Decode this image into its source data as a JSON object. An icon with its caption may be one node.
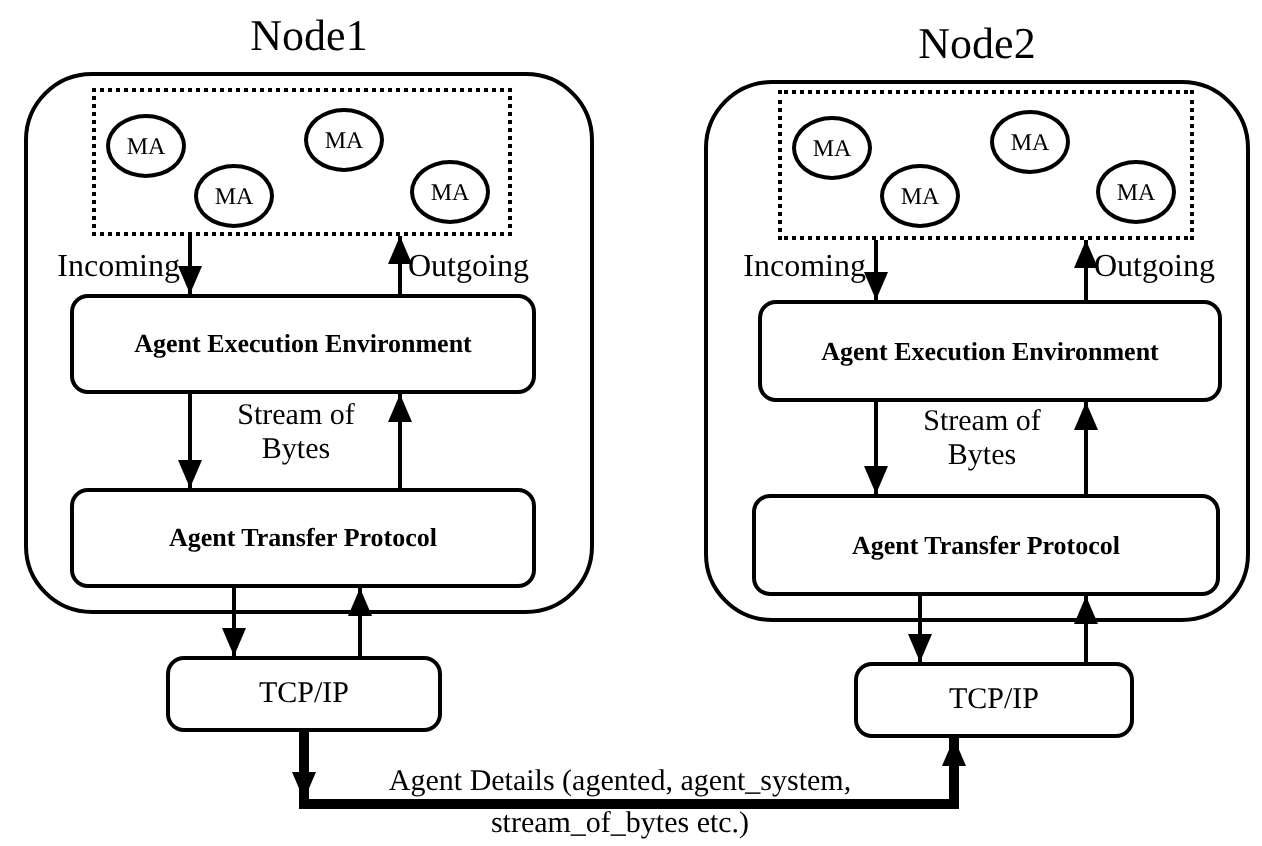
{
  "diagram": {
    "nodes": [
      {
        "text": [
          "Node1"
        ]
      },
      {
        "text": [],
        "shape": "box",
        "in": 0
      },
      {
        "text": [
          "MA"
        ],
        "in": 1
      },
      {
        "text": [
          "MA"
        ],
        "in": 1
      },
      {
        "text": [
          "MA"
        ],
        "in": 1
      },
      {
        "text": [
          "MA"
        ],
        "in": 1
      },
      {
        "text": [
          "Agent Execution Environment"
        ],
        "in": 0
      },
      {
        "text": [
          "Agent Transfer Protocol"
        ],
        "in": 0
      },
      {
        "text": [
          "Node2"
        ]
      },
      {
        "text": [],
        "shape": "box",
        "in": 8
      },
      {
        "text": [
          "MA"
        ],
        "in": 9
      },
      {
        "text": [
          "MA"
        ],
        "in": 9
      },
      {
        "text": [
          "MA"
        ],
        "in": 9
      },
      {
        "text": [
          "MA"
        ],
        "in": 9
      },
      {
        "text": [
          "Agent Execution Environment"
        ],
        "in": 8
      },
      {
        "text": [
          "Agent Transfer Protocol"
        ],
        "in": 8
      },
      {
        "text": [
          "TCP/IP"
        ]
      },
      {
        "text": [
          "TCP/IP"
        ]
      }
    ],
    "edges": [
      {
        "from": 1,
        "to": 6,
        "arrow": "to",
        "label": "Incoming"
      },
      {
        "from": 6,
        "to": 1,
        "arrow": "to",
        "label": "Outgoing"
      },
      {
        "from": 6,
        "to": 7,
        "arrow": "to"
      },
      {
        "from": 7,
        "to": 6,
        "arrow": "to"
      },
      {
        "from": 7,
        "to": 16,
        "arrow": "to"
      },
      {
        "from": 16,
        "to": 7,
        "arrow": "to"
      },
      {
        "from": 9,
        "to": 14,
        "arrow": "to",
        "label": "Incoming"
      },
      {
        "from": 14,
        "to": 9,
        "arrow": "to",
        "label": "Outgoing"
      },
      {
        "from": 14,
        "to": 15,
        "arrow": "to"
      },
      {
        "from": 15,
        "to": 14,
        "arrow": "to"
      },
      {
        "from": 15,
        "to": 17,
        "arrow": "to"
      },
      {
        "from": 17,
        "to": 15,
        "arrow": "to"
      },
      {
        "from": 16,
        "to": 17,
        "arrow": "to",
        "style": "thick",
        "label": "Agent Details (agented, agent_system, stream_of_bytes etc.)"
      }
    ],
    "labels": [
      "Stream of Bytes",
      "Stream of Bytes"
    ]
  }
}
